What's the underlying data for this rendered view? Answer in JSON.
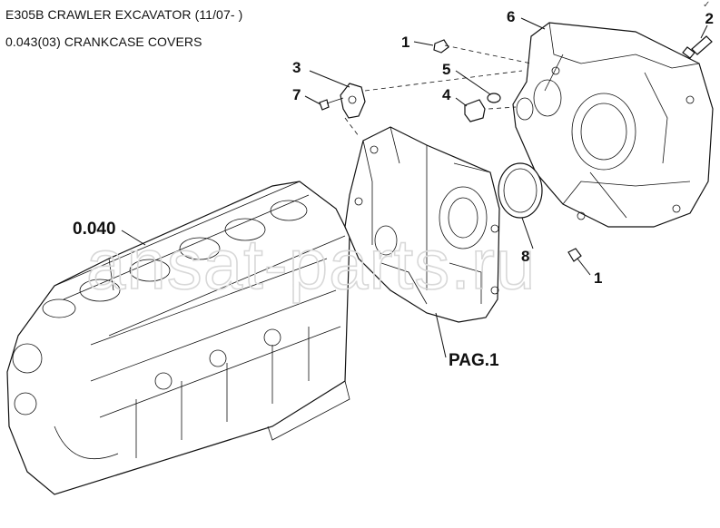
{
  "header": {
    "model_title": "E305B CRAWLER EXCAVATOR (11/07- )",
    "section_title": "0.043(03) CRANKCASE COVERS"
  },
  "corner_mark": "✓",
  "watermark": "ansat-parts.ru",
  "callouts": {
    "c1_top": "1",
    "c2": "2",
    "c3": "3",
    "c4": "4",
    "c5": "5",
    "c6": "6",
    "c7": "7",
    "c8": "8",
    "c1_bottom": "1",
    "ref_0040": "0.040",
    "ref_pag1": "PAG.1"
  }
}
